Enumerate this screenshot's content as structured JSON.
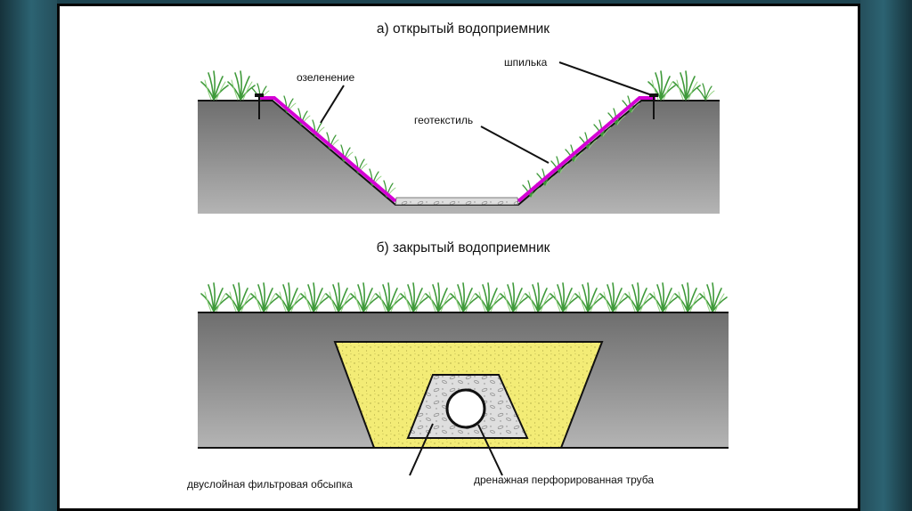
{
  "diagram": {
    "title_open": "а) открытый водоприемник",
    "title_closed": "б) закрытый водоприемник",
    "labels": {
      "greening": "озеленение",
      "pin": "шпилька",
      "geotextile": "геотекстиль",
      "filter_bed": "двуслойная фильтровая обсыпка",
      "drain_pipe": "дренажная перфорированная труба"
    }
  },
  "colors": {
    "ground": "#8c8c8c",
    "geotextile": "#d400d4",
    "sand": "#f2ea6e",
    "grass": "#3f9a3a",
    "gravel": "#d9d9d9"
  }
}
